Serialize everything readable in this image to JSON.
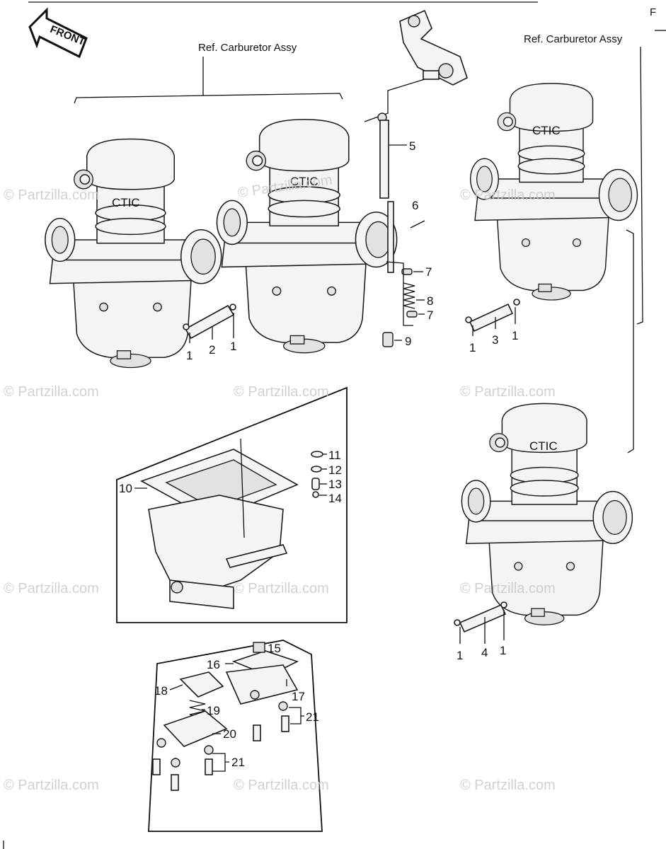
{
  "header": {
    "corner_letter": "F",
    "front_badge": "FRONT"
  },
  "references": [
    {
      "id": "ref-left",
      "text": "Ref. Carburetor Assy"
    },
    {
      "id": "ref-right",
      "text": "Ref. Carburetor Assy"
    }
  ],
  "carb_badge": "CTIC",
  "watermark": "© Partzilla.com",
  "callouts": {
    "c1a": "1",
    "c2": "2",
    "c1b": "1",
    "c1c": "1",
    "c3": "3",
    "c1d": "1",
    "c1e": "1",
    "c4": "4",
    "c1f": "1",
    "c5": "5",
    "c6": "6",
    "c7a": "7",
    "c8": "8",
    "c7b": "7",
    "c9": "9",
    "c10": "10",
    "c11": "11",
    "c12": "12",
    "c13": "13",
    "c14": "14",
    "c15": "15",
    "c16": "16",
    "c17": "17",
    "c18": "18",
    "c19": "19",
    "c20": "20",
    "c21a": "21",
    "c21b": "21"
  }
}
